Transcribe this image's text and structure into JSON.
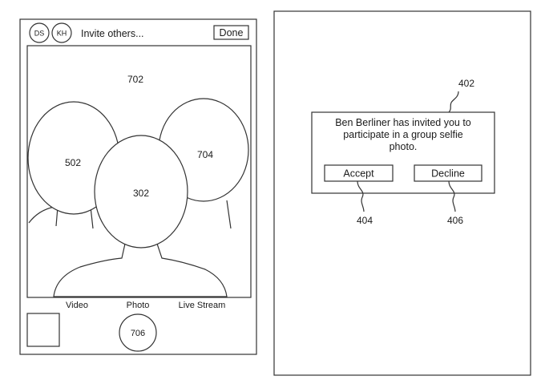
{
  "left_phone": {
    "avatars": [
      "DS",
      "KH"
    ],
    "invite_label": "Invite others...",
    "done_label": "Done",
    "scene_ref": "702",
    "faces": [
      {
        "ref": "502"
      },
      {
        "ref": "704"
      },
      {
        "ref": "302"
      }
    ],
    "modes": [
      "Video",
      "Photo",
      "Live Stream"
    ],
    "shutter_ref": "706"
  },
  "right_phone": {
    "dialog": {
      "ref": "402",
      "message_lines": [
        "Ben Berliner has invited you to",
        "participate in a group selfie",
        "photo."
      ],
      "accept_label": "Accept",
      "accept_ref": "404",
      "decline_label": "Decline",
      "decline_ref": "406"
    }
  }
}
